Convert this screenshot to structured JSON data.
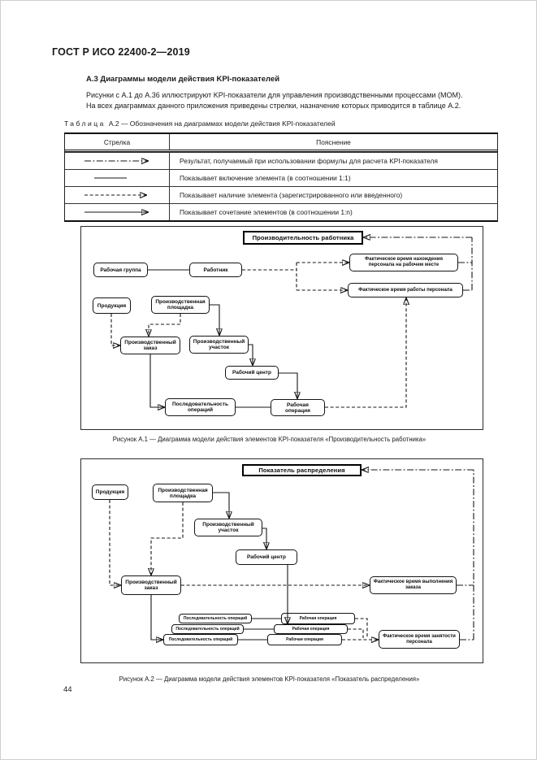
{
  "page": {
    "header": "ГОСТ Р ИСО 22400-2—2019",
    "page_number": "44"
  },
  "section": {
    "heading": "А.3  Диаграммы модели действия KPI-показателей",
    "paragraph_line1": "Рисунки с А.1 до А.36 иллюстрируют KPI-показатели для управления производственными процессами (МОМ).",
    "paragraph_line2": "На всех диаграммах данного приложения приведены стрелки, назначение которых приводится в таблице А.2."
  },
  "table": {
    "label_word": "Таблица",
    "label_rest": "А.2 — Обозначения на диаграммах модели действия KPI-показателей",
    "col1_header": "Стрелка",
    "col2_header": "Пояснение",
    "rows": [
      {
        "arrow_style": "dash-dot-arrow",
        "text": "Результат, получаемый при использовании формулы для расчета KPI-показателя"
      },
      {
        "arrow_style": "solid-line",
        "text": "Показывает включение элемента (в соотношении 1:1)"
      },
      {
        "arrow_style": "dashed-arrow",
        "text": "Показывает наличие элемента (зарегистрированного или введенного)"
      },
      {
        "arrow_style": "solid-arrow",
        "text": "Показывает сочетание элементов (в соотношении 1:n)"
      }
    ]
  },
  "figure1": {
    "caption": "Рисунок А.1 — Диаграмма модели действия элементов KPI-показателя «Производительность работника»",
    "boxes": {
      "kpi": "Производительность работника",
      "work_group": "Рабочая группа",
      "worker": "Работник",
      "attendance_time": "Фактическое время нахождения\nперсонала на рабочем месте",
      "work_time": "Фактическое время работы персонала",
      "product": "Продукция",
      "site": "Производственная\nплощадка",
      "order": "Производственный\nзаказ",
      "area": "Производственный\nучасток",
      "work_center": "Рабочий центр",
      "sequence": "Последовательность\nопераций",
      "operation": "Рабочая\nоперация"
    }
  },
  "figure2": {
    "caption": "Рисунок А.2 — Диаграмма модели действия элементов KPI-показателя «Показатель распределения»",
    "boxes": {
      "kpi": "Показатель распределения",
      "product": "Продукция",
      "site": "Производственная\nплощадка",
      "area": "Производственный\nучасток",
      "work_center": "Рабочий центр",
      "order": "Производственный\nзаказ",
      "order_execution_time": "Фактическое время выполнения\nзаказа",
      "sequence1": "Последовательность операций",
      "sequence2": "Последовательность операций",
      "sequence3": "Последовательность операций",
      "operation1": "Рабочая операция",
      "operation2": "Рабочая операция",
      "operation3": "Рабочая операция",
      "busy_time": "Фактическое время занятости\nперсонала"
    }
  }
}
